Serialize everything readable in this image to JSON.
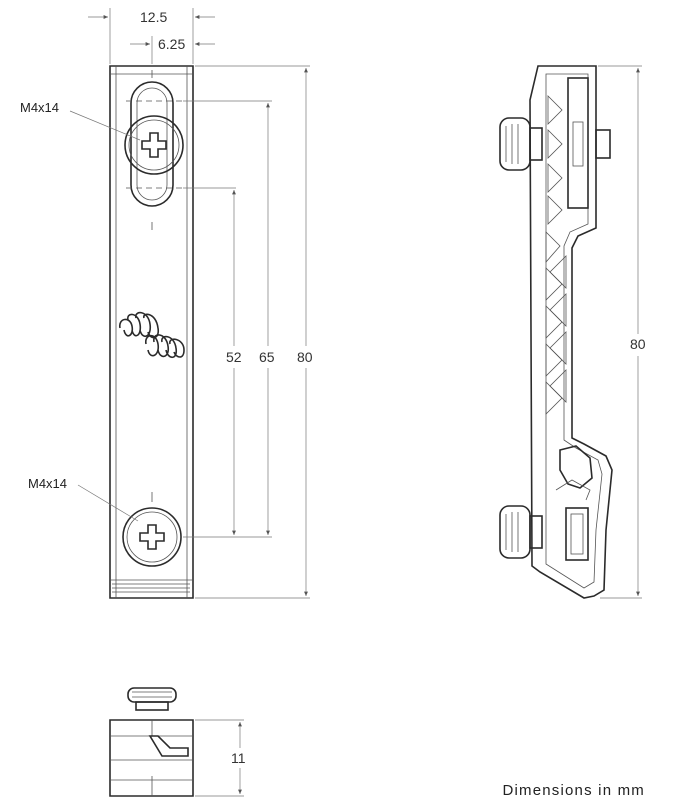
{
  "dimensions": {
    "width_total": "12.5",
    "width_half": "6.25",
    "hole_spacing": "52",
    "slot_span": "65",
    "height_front": "80",
    "height_side": "80",
    "depth_bottom": "11"
  },
  "callouts": {
    "screw_top": "M4x14",
    "screw_bottom": "M4x14"
  },
  "note": "Dimensions in mm"
}
